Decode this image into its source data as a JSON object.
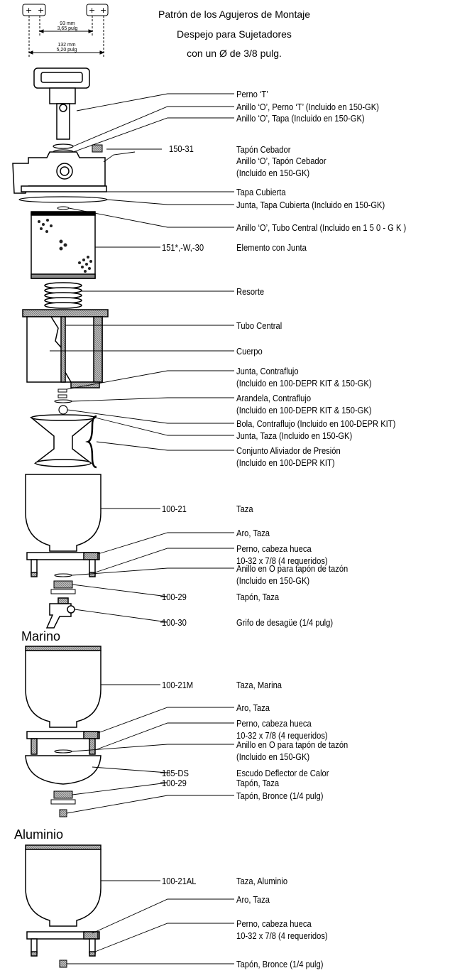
{
  "header": {
    "line1": "Patrón de los Agujeros de Montaje",
    "line2": "Despejo para Sujetadores",
    "line3": "con un Ø de 3/8 pulg.",
    "dim_inner_mm": "93 mm",
    "dim_inner_in": "3,65 pulg",
    "dim_outer_mm": "132 mm",
    "dim_outer_in": "5,20 pulg"
  },
  "sections": {
    "marine": "Marino",
    "aluminum": "Aluminio"
  },
  "labels": [
    {
      "text": "Perno ‘T’"
    },
    {
      "text": "Anillo ‘O’, Perno ‘T’ (Incluido en 150-GK)"
    },
    {
      "text": "Anillo ‘O’, Tapa (Incluido en 150-GK)"
    },
    {
      "text": "Tapón Cebador"
    },
    {
      "text": "Anillo ‘O’, Tapón Cebador"
    },
    {
      "text": "(Incluido en 150-GK)"
    },
    {
      "text": "Tapa Cubierta"
    },
    {
      "text": "Junta, Tapa Cubierta (Incluido en 150-GK)"
    },
    {
      "text": "Anillo ‘O’, Tubo Central (Incluido en 1 5 0 - G K )"
    },
    {
      "text": "Elemento con Junta"
    },
    {
      "text": "Resorte"
    },
    {
      "text": "Tubo Central"
    },
    {
      "text": "Cuerpo"
    },
    {
      "text": "Junta, Contraflujo"
    },
    {
      "text": "(Incluido en 100-DEPR KIT & 150-GK)"
    },
    {
      "text": "Arandela, Contraflujo"
    },
    {
      "text": "(Incluido en 100-DEPR KIT & 150-GK)"
    },
    {
      "text": "Bola, Contraflujo (Incluido en 100-DEPR KIT)"
    },
    {
      "text": "Junta, Taza (Incluido en 150-GK)"
    },
    {
      "text": "Conjunto Aliviador de Presión"
    },
    {
      "text": "(Incluido en 100-DEPR KIT)"
    },
    {
      "text": "Taza"
    },
    {
      "text": "Aro, Taza"
    },
    {
      "text": "Perno, cabeza hueca"
    },
    {
      "text": "10-32 x 7/8 (4 requeridos)"
    },
    {
      "text": "Anillo en O para tapón de tazón"
    },
    {
      "text": "(Incluido en 150-GK)"
    },
    {
      "text": "Tapón, Taza"
    },
    {
      "text": "Grifo de desagüe (1/4 pulg)"
    },
    {
      "text": "Taza, Marina"
    },
    {
      "text": "Aro, Taza"
    },
    {
      "text": "Perno, cabeza hueca"
    },
    {
      "text": "10-32 x 7/8 (4 requeridos)"
    },
    {
      "text": "Anillo en O para tapón de tazón"
    },
    {
      "text": "(Incluido en 150-GK)"
    },
    {
      "text": "Escudo Deflector de Calor"
    },
    {
      "text": "Tapón, Taza"
    },
    {
      "text": "Tapón, Bronce (1/4 pulg)"
    },
    {
      "text": "Taza, Aluminio"
    },
    {
      "text": "Aro, Taza"
    },
    {
      "text": "Perno, cabeza hueca"
    },
    {
      "text": "10-32 x 7/8 (4 requeridos)"
    },
    {
      "text": "Tapón, Bronce (1/4 pulg)"
    }
  ],
  "part_numbers": [
    {
      "text": "150-31"
    },
    {
      "text": "151*,-W,-30"
    },
    {
      "text": "100-21"
    },
    {
      "text": "100-29"
    },
    {
      "text": "100-30"
    },
    {
      "text": "100-21M"
    },
    {
      "text": "185-DS"
    },
    {
      "text": "100-29"
    },
    {
      "text": "100-21AL"
    }
  ]
}
